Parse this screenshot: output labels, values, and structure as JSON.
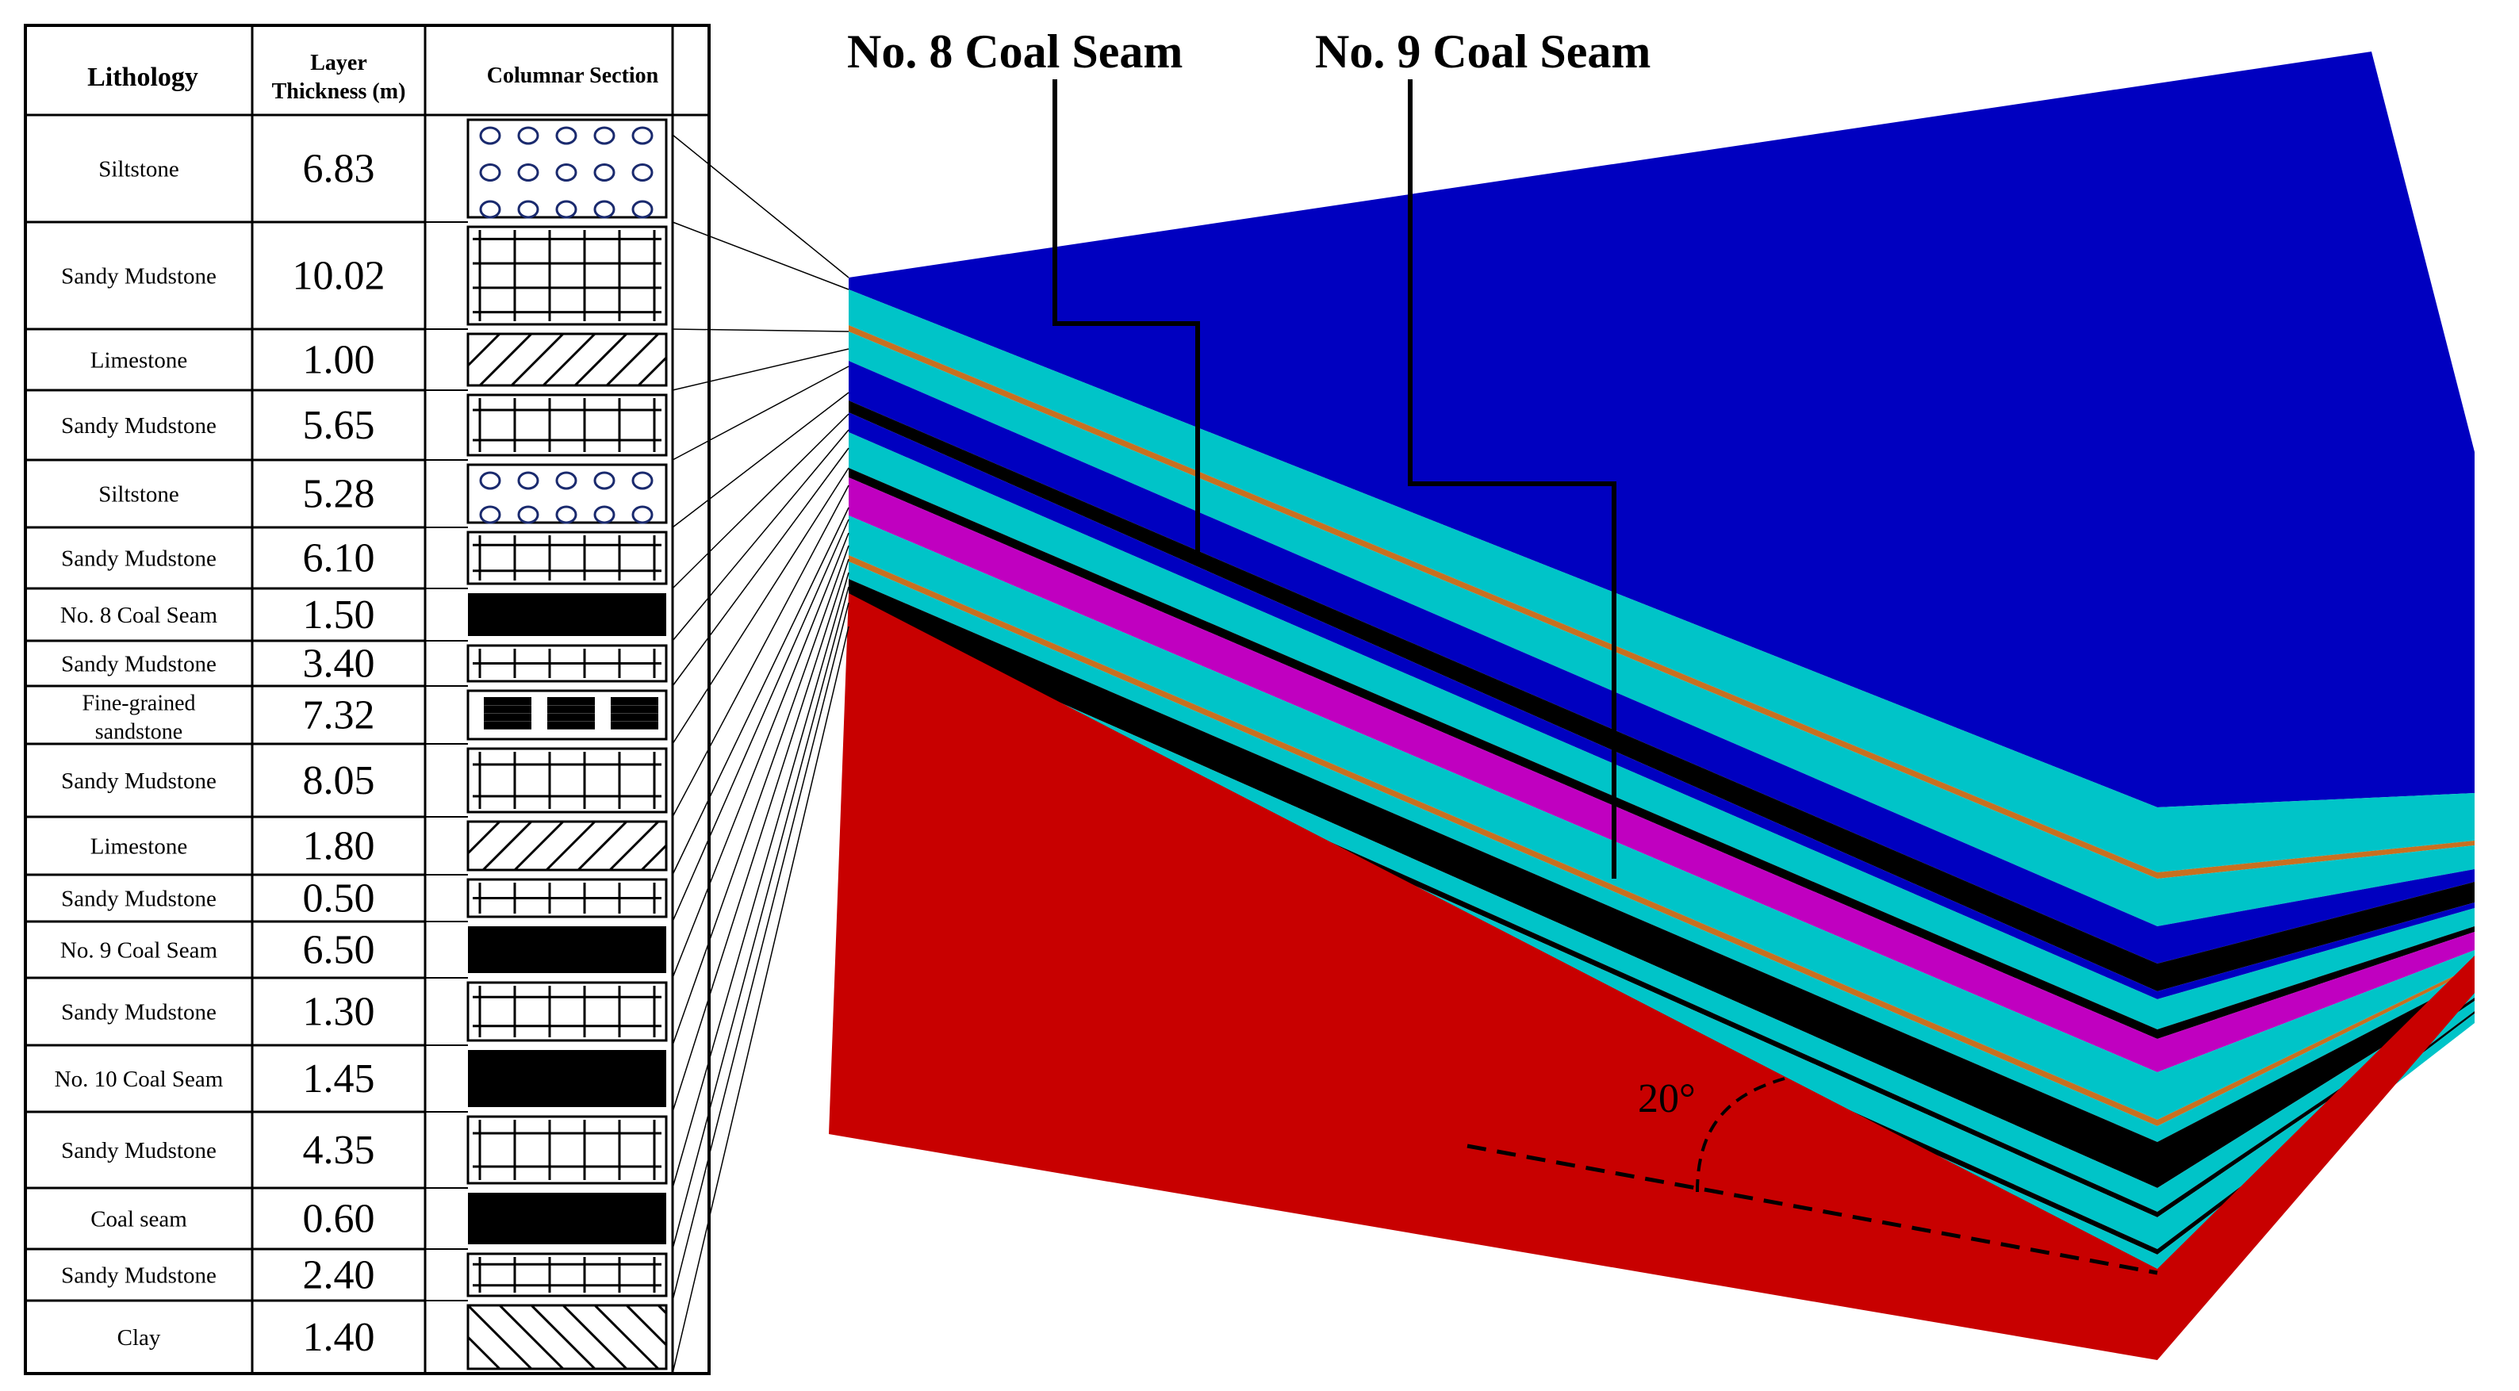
{
  "table": {
    "headers": {
      "lithology": "Lithology",
      "thickness_line1": "Layer",
      "thickness_line2": "Thickness (m)",
      "column": "Columnar Section"
    },
    "rows": [
      {
        "lithology": "Siltstone",
        "thickness": "6.83",
        "pattern": "circles"
      },
      {
        "lithology": "Sandy Mudstone",
        "thickness": "10.02",
        "pattern": "crosses"
      },
      {
        "lithology": "Limestone",
        "thickness": "1.00",
        "pattern": "hatch"
      },
      {
        "lithology": "Sandy Mudstone",
        "thickness": "5.65",
        "pattern": "crosses"
      },
      {
        "lithology": "Siltstone",
        "thickness": "5.28",
        "pattern": "circles"
      },
      {
        "lithology": "Sandy Mudstone",
        "thickness": "6.10",
        "pattern": "crosses"
      },
      {
        "lithology": "No. 8 Coal Seam",
        "thickness": "1.50",
        "pattern": "coal"
      },
      {
        "lithology": "Sandy Mudstone",
        "thickness": "3.40",
        "pattern": "crosses"
      },
      {
        "lithology": "Fine-grained sandstone",
        "lithology_line1": "Fine-grained",
        "lithology_line2": "sandstone",
        "thickness": "7.32",
        "pattern": "dashes"
      },
      {
        "lithology": "Sandy Mudstone",
        "thickness": "8.05",
        "pattern": "crosses"
      },
      {
        "lithology": "Limestone",
        "thickness": "1.80",
        "pattern": "hatch"
      },
      {
        "lithology": "Sandy Mudstone",
        "thickness": "0.50",
        "pattern": "crosses"
      },
      {
        "lithology": "No. 9 Coal Seam",
        "thickness": "6.50",
        "pattern": "coal"
      },
      {
        "lithology": "Sandy Mudstone",
        "thickness": "1.30",
        "pattern": "crosses"
      },
      {
        "lithology": "No. 10 Coal Seam",
        "thickness": "1.45",
        "pattern": "coal"
      },
      {
        "lithology": "Sandy Mudstone",
        "thickness": "4.35",
        "pattern": "crosses"
      },
      {
        "lithology": "Coal seam",
        "thickness": "0.60",
        "pattern": "coal"
      },
      {
        "lithology": "Sandy Mudstone",
        "thickness": "2.40",
        "pattern": "crosses"
      },
      {
        "lithology": "Clay",
        "thickness": "1.40",
        "pattern": "backhatch"
      }
    ]
  },
  "labels": {
    "seam8": "No. 8 Coal Seam",
    "seam9": "No. 9 Coal Seam",
    "angle": "20°"
  },
  "model": {
    "dip_angle_deg": 20,
    "colors": {
      "top": "#0000c0",
      "cyan": "#00c4c8",
      "magenta": "#c000c0",
      "black": "#000000",
      "orange": "#c87020",
      "red": "#c80000"
    }
  }
}
